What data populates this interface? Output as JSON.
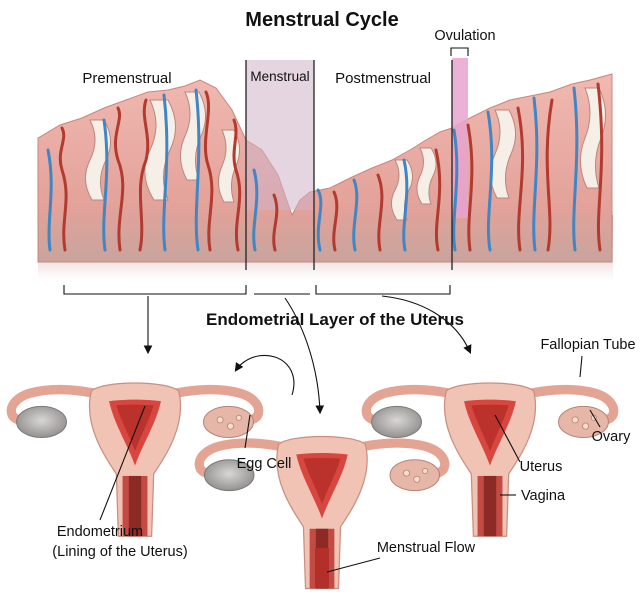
{
  "title": "Menstrual Cycle",
  "subtitle": "Endometrial Layer of the Uterus",
  "phases": {
    "premenstrual": "Premenstrual",
    "menstrual": "Menstrual",
    "postmenstrual": "Postmenstrual",
    "ovulation": "Ovulation"
  },
  "labels": {
    "egg_cell": "Egg Cell",
    "endometrium": "Endometrium",
    "endometrium_note": "(Lining of the Uterus)",
    "fallopian_tube": "Fallopian Tube",
    "ovary": "Ovary",
    "uterus": "Uterus",
    "vagina": "Vagina",
    "menstrual_flow": "Menstrual Flow"
  },
  "colors": {
    "tissue": "#e8a7a0",
    "tissue_dark": "#c97c74",
    "vessel_red": "#b33a2e",
    "vessel_blue": "#3f86c4",
    "gland_white": "#f6efe8",
    "ovulation_band": "#e7a3cf",
    "menstrual_band": "#cfb3c8",
    "uterus_flesh": "#f0c3b5",
    "uterus_inner": "#d7473f",
    "ovary_gray": "#a9a6a6"
  }
}
